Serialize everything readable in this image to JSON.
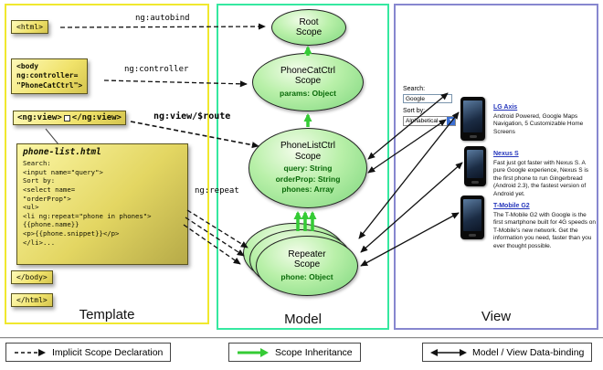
{
  "panels": {
    "template": "Template",
    "model": "Model",
    "view": "View"
  },
  "template": {
    "html_open": "<html>",
    "body_open": "<body\nng:controller=\n\"PhoneCatCtrl\">",
    "ng_view_open": "<ng:view>",
    "ng_view_close": "</ng:view>",
    "phone_list_title": "phone-list.html",
    "phone_list_code": "Search:\n<input name=\"query\">\nSort by:\n<select name=\n\"orderProp\">\n<ul>\n<li ng:repeat=\"phone in phones\">\n{{phone.name}}\n<p>{{phone.snippet}}</p>\n</li>...",
    "body_close": "</body>",
    "html_close": "</html>"
  },
  "arrows": {
    "autobind": "ng:autobind",
    "controller": "ng:controller",
    "view_route": "ng:view/$route",
    "repeat": "ng:repeat"
  },
  "scopes": {
    "root": {
      "line1": "Root",
      "line2": "Scope"
    },
    "phonecat": {
      "line1": "PhoneCatCtrl",
      "line2": "Scope",
      "props": "params: Object"
    },
    "phonelist": {
      "line1": "PhoneListCtrl",
      "line2": "Scope",
      "props": "query: String\norderProp: String\nphones: Array"
    },
    "repeater": {
      "line1": "Repeater",
      "line2": "Scope",
      "props": "phone: Object"
    }
  },
  "view": {
    "search_label": "Search:",
    "search_value": "Google",
    "sort_label": "Sort by:",
    "sort_value": "Alphabetical",
    "phones": [
      {
        "name": "LG Axis",
        "desc": "Android Powered, Google Maps Navigation, 5 Customizable Home Screens"
      },
      {
        "name": "Nexus S",
        "desc": "Fast just got faster with Nexus S. A pure Google experience, Nexus S is the first phone to run Gingerbread (Android 2.3), the fastest version of Android yet."
      },
      {
        "name": "T-Mobile G2",
        "desc": "The T-Mobile G2 with Google is the first smartphone built for 4G speeds on T-Mobile's new network. Get the information you need, faster than you ever thought possible."
      }
    ]
  },
  "legend": {
    "implicit": "Implicit Scope Declaration",
    "inheritance": "Scope Inheritance",
    "binding": "Model / View Data-binding"
  }
}
